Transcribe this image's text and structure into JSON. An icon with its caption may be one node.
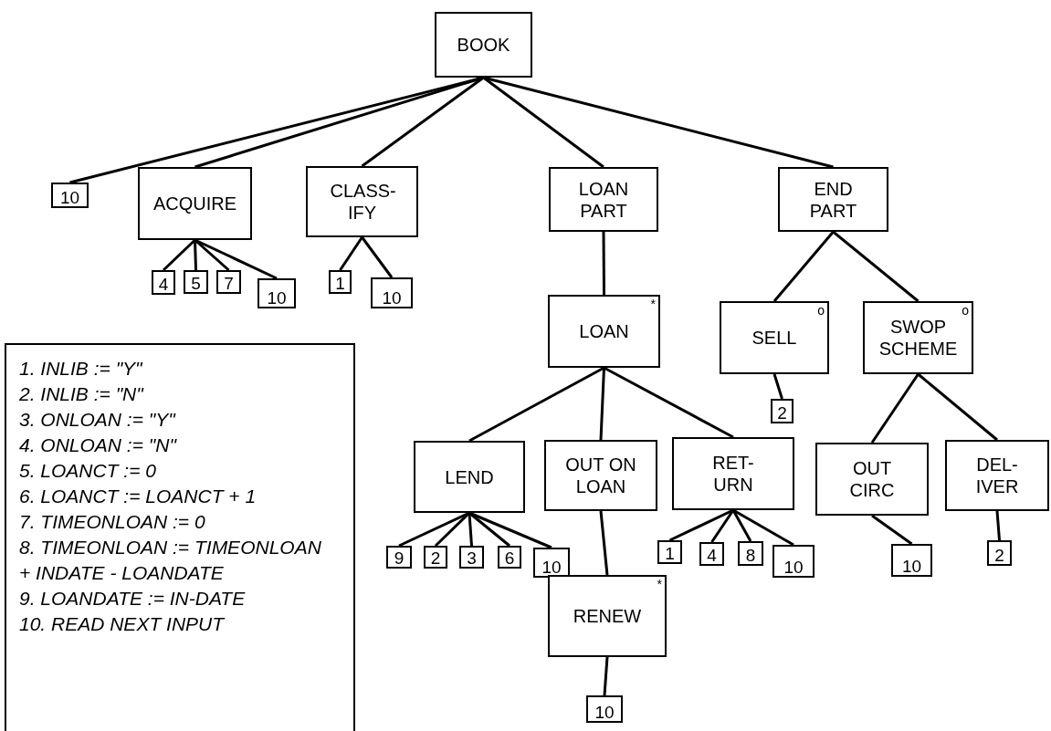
{
  "diagram": {
    "nodes": [
      {
        "text": [
          "BOOK"
        ]
      },
      {
        "text": [
          "10"
        ]
      },
      {
        "text": [
          "ACQUIRE"
        ]
      },
      {
        "text": [
          "CLASS- IFY"
        ]
      },
      {
        "text": [
          "LOAN PART"
        ]
      },
      {
        "text": [
          "END PART"
        ]
      },
      {
        "text": [
          "4"
        ]
      },
      {
        "text": [
          "5"
        ]
      },
      {
        "text": [
          "7"
        ]
      },
      {
        "text": [
          "10"
        ]
      },
      {
        "text": [
          "1"
        ]
      },
      {
        "text": [
          "10"
        ]
      },
      {
        "text": [
          "LOAN",
          "*"
        ]
      },
      {
        "text": [
          "SELL",
          "o"
        ]
      },
      {
        "text": [
          "SWOP SCHEME",
          "o"
        ]
      },
      {
        "text": [
          "2"
        ]
      },
      {
        "text": [
          "LEND"
        ]
      },
      {
        "text": [
          "OUT ON LOAN"
        ]
      },
      {
        "text": [
          "RET- URN"
        ]
      },
      {
        "text": [
          "OUT CIRC"
        ]
      },
      {
        "text": [
          "DEL- IVER"
        ]
      },
      {
        "text": [
          "9"
        ]
      },
      {
        "text": [
          "2"
        ]
      },
      {
        "text": [
          "3"
        ]
      },
      {
        "text": [
          "6"
        ]
      },
      {
        "text": [
          "10"
        ]
      },
      {
        "text": [
          "1"
        ]
      },
      {
        "text": [
          "4"
        ]
      },
      {
        "text": [
          "8"
        ]
      },
      {
        "text": [
          "10"
        ]
      },
      {
        "text": [
          "10"
        ]
      },
      {
        "text": [
          "2"
        ]
      },
      {
        "text": [
          "RENEW",
          "*"
        ]
      },
      {
        "text": [
          "10"
        ]
      },
      {
        "text": [
          "1. INLIB := \"Y\"",
          "2. INLIB := \"N\"",
          "3. ONLOAN := \"Y\"",
          "4. ONLOAN := \"N\"",
          "5. LOANCT := 0",
          "6. LOANCT := LOANCT + 1",
          "7. TIMEONLOAN := 0",
          "8. TIMEONLOAN := TIMEONLOAN + INDATE - LOANDATE",
          "9. LOANDATE := IN-DATE",
          "10. READ NEXT INPUT"
        ]
      }
    ],
    "edges": [
      {
        "from": 0,
        "to": 1,
        "arrow": "none"
      },
      {
        "from": 0,
        "to": 2,
        "arrow": "none"
      },
      {
        "from": 0,
        "to": 3,
        "arrow": "none"
      },
      {
        "from": 0,
        "to": 4,
        "arrow": "none"
      },
      {
        "from": 0,
        "to": 5,
        "arrow": "none"
      },
      {
        "from": 2,
        "to": 6,
        "arrow": "none"
      },
      {
        "from": 2,
        "to": 7,
        "arrow": "none"
      },
      {
        "from": 2,
        "to": 8,
        "arrow": "none"
      },
      {
        "from": 2,
        "to": 9,
        "arrow": "none"
      },
      {
        "from": 3,
        "to": 10,
        "arrow": "none"
      },
      {
        "from": 3,
        "to": 11,
        "arrow": "none"
      },
      {
        "from": 4,
        "to": 12,
        "arrow": "none"
      },
      {
        "from": 5,
        "to": 13,
        "arrow": "none"
      },
      {
        "from": 5,
        "to": 14,
        "arrow": "none"
      },
      {
        "from": 13,
        "to": 15,
        "arrow": "none"
      },
      {
        "from": 12,
        "to": 16,
        "arrow": "none"
      },
      {
        "from": 12,
        "to": 17,
        "arrow": "none"
      },
      {
        "from": 12,
        "to": 18,
        "arrow": "none"
      },
      {
        "from": 14,
        "to": 19,
        "arrow": "none"
      },
      {
        "from": 14,
        "to": 20,
        "arrow": "none"
      },
      {
        "from": 16,
        "to": 21,
        "arrow": "none"
      },
      {
        "from": 16,
        "to": 22,
        "arrow": "none"
      },
      {
        "from": 16,
        "to": 23,
        "arrow": "none"
      },
      {
        "from": 16,
        "to": 24,
        "arrow": "none"
      },
      {
        "from": 16,
        "to": 25,
        "arrow": "none"
      },
      {
        "from": 18,
        "to": 26,
        "arrow": "none"
      },
      {
        "from": 18,
        "to": 27,
        "arrow": "none"
      },
      {
        "from": 18,
        "to": 28,
        "arrow": "none"
      },
      {
        "from": 18,
        "to": 29,
        "arrow": "none"
      },
      {
        "from": 19,
        "to": 30,
        "arrow": "none"
      },
      {
        "from": 20,
        "to": 31,
        "arrow": "none"
      },
      {
        "from": 17,
        "to": 32,
        "arrow": "none"
      },
      {
        "from": 32,
        "to": 33,
        "arrow": "none"
      }
    ]
  }
}
